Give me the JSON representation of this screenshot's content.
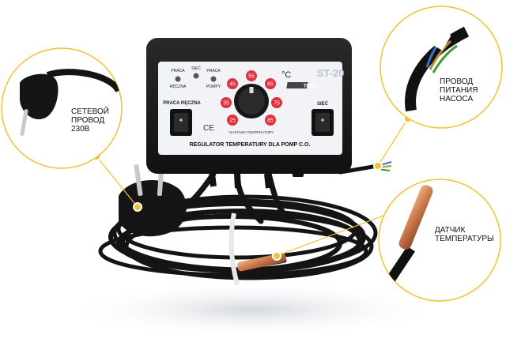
{
  "device": {
    "model": "ST-20",
    "brand": "TECH",
    "label_praca_top": "PRACA",
    "label_reczna_top": "RĘCZNA",
    "label_siec_top": "SIEĆ",
    "label_praca_pompy_top": "PRACA",
    "label_pompy_top": "POMPY",
    "left_switch_label": "PRACA RĘCZNA",
    "right_switch_label": "SIEĆ",
    "ce_mark": "CE",
    "dial_label": "NASTAWA TEMPERATURY",
    "unit": "°C",
    "dial_marks": [
      "45",
      "55",
      "65",
      "35",
      "75",
      "25",
      "85"
    ],
    "footer_title": "REGULATOR TEMPERATURY DLA POMP C.O."
  },
  "callouts": {
    "plug": [
      "СЕТЕВОЙ",
      "ПРОВОД",
      "230В"
    ],
    "pump_cable": [
      "ПРОВОД",
      "ПИТАНИЯ",
      "НАСОСА"
    ],
    "sensor": [
      "ДАТЧИК",
      "ТЕМПЕРАТУРЫ"
    ]
  },
  "colors": {
    "callout_ring": "#f2c230",
    "device_body": "#1c1c1c",
    "panel": "#f2f3f6",
    "dial_marker": "#e0303c"
  }
}
